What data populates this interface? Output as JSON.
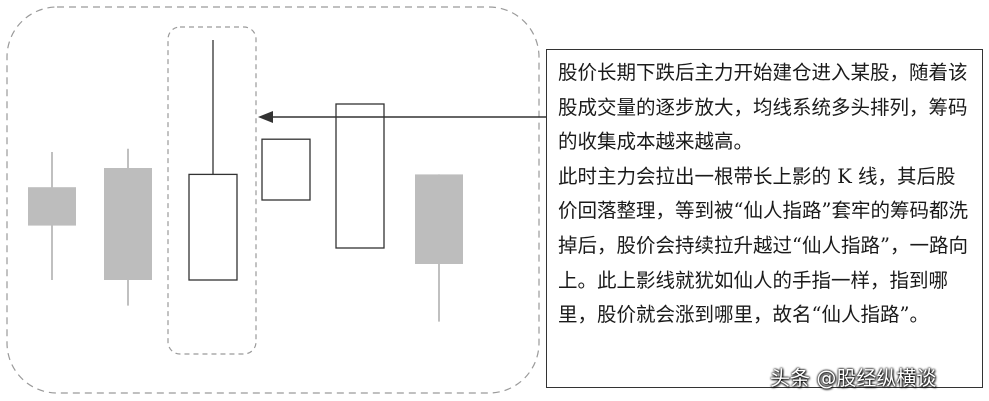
{
  "description": {
    "paragraphs": [
      "股价长期下跌后主力开始建仓进入某股，随着该股成交量的逐步放大，均线系统多头排列，筹码的收集成本越来越高。",
      "此时主力会拉出一根带长上影的 K 线，其后股价回落整理，等到被“仙人指路”套牢的筹码都洗掉后，股价会持续拉升越过“仙人指路”，一路向上。此上影线就犹如仙人的手指一样，指到哪里，股价就会涨到哪里，故名“仙人指路”。"
    ]
  },
  "watermark": "头条 @股经纵横谈",
  "colors": {
    "bearish_fill": "#bdbdbd",
    "bullish_fill": "#ffffff",
    "outline": "#333333",
    "dashed": "#9a9a9a"
  },
  "candles": [
    {
      "type": "bearish",
      "high": 65,
      "open": 54,
      "close": 42,
      "low": 25
    },
    {
      "type": "bearish",
      "high": 66,
      "open": 60,
      "close": 25,
      "low": 17
    },
    {
      "type": "bullish",
      "high": 100,
      "open": 25,
      "close": 58,
      "low": 25,
      "highlighted": true
    },
    {
      "type": "bullish",
      "high": 69,
      "open": 50,
      "close": 69,
      "low": 50
    },
    {
      "type": "bullish",
      "high": 80,
      "open": 35,
      "close": 80,
      "low": 35
    },
    {
      "type": "bearish",
      "high": 58,
      "open": 58,
      "close": 30,
      "low": 12
    }
  ]
}
